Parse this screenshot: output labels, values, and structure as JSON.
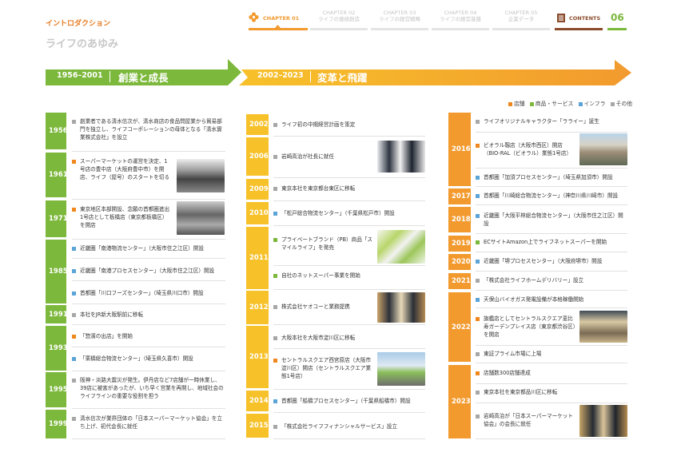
{
  "header": {
    "section": "イントロダクション",
    "title": "ライフのあゆみ",
    "nav": [
      {
        "label": "CHAPTER 01",
        "sub": "",
        "active": true
      },
      {
        "label": "CHAPTER 02",
        "sub": "ライフの価値創造"
      },
      {
        "label": "CHAPTER 03",
        "sub": "ライフの経営戦略"
      },
      {
        "label": "CHAPTER 04",
        "sub": "ライフの経営基盤"
      },
      {
        "label": "CHAPTER 05",
        "sub": "企業データ"
      },
      {
        "label": "CONTENTS",
        "sub": ""
      },
      {
        "label": "06",
        "sub": ""
      }
    ]
  },
  "banner": {
    "era1_years": "1956–2001",
    "era1_title": "創業と成長",
    "era2_years": "2002–2023",
    "era2_title": "変革と飛躍"
  },
  "legend": {
    "store": "店舗",
    "goods": "商品・サービス",
    "infra": "インフラ",
    "other": "その他"
  },
  "colors": {
    "store": "#f0871e",
    "goods": "#7cb83b",
    "infra": "#5aa4d8",
    "other": "#a7a7a7",
    "green_year": "#7cb83b",
    "yellow_year": "#f7c12a",
    "orange_year": "#f29a2e"
  },
  "col1": {
    "y1956": "1956",
    "e1956": "創業者である清水信次が、清水商店の食品問屋業から貿易部門を独立し、ライフコーポレーションの母体となる「清水實業株式会社」を設立",
    "y1961": "1961",
    "e1961": "スーパーマーケットの運営を決定、1号店の豊中店（大阪府豊中市）を開店、ライフ（屋号）のスタートを切る",
    "y1971": "1971",
    "e1971": "東京地区本部開設、念願の首都圏進出1号店として板橋店（東京都板橋区）を開店",
    "y1985": "1985",
    "e1985a": "近畿圏「南港物流センター」（大阪市住之江区）開設",
    "e1985b": "近畿圏「南港プロセスセンター」（大阪市住之江区）開設",
    "e1985c": "首都圏「川口フーズセンター」（埼玉県川口市）開設",
    "y1991": "1991",
    "e1991": "本社をJR新大阪駅前に移転",
    "y1993": "1993",
    "e1993a": "「惣濱の出店」を開始",
    "e1993b": "「栗橋総合物流センター」（埼玉県久喜市）開設",
    "y1995": "1995",
    "e1995": "阪神・淡路大震災が発生。伊丹店など7店舗が一時休業し、39店に被害があったが、いち早く営業を再開し、地域社会のライフラインの重要な役割を担う",
    "y1999": "1999",
    "e1999": "清水信次が業界団体の「日本スーパーマーケット協会」を立ち上げ、初代会長に就任"
  },
  "col2": {
    "y2002": "2002",
    "e2002": "ライフ初の中期経営計画を策定",
    "y2006": "2006",
    "e2006": "岩崎高治が社長に就任",
    "y2009": "2009",
    "e2009": "東京本社を東京都台東区に移転",
    "y2010": "2010",
    "e2010": "「松戸総合物流センター」（千葉県松戸市）開設",
    "y2011": "2011",
    "e2011a": "プライベートブランド（PB）商品「スマイルライフ」を発売",
    "e2011b": "自社のネットスーパー事業を開始",
    "y2012": "2012",
    "e2012": "株式会社ヤオコーと業務提携",
    "y2013": "2013",
    "e2013a": "大阪本社を大阪市淀川区に移転",
    "e2013b": "セントラルスクエア西宮原店（大阪市淀川区）開店（セントラルスクエア業態1号店）",
    "y2014": "2014",
    "e2014": "首都圏「船橋プロセスセンター」（千葉県船橋市）開設",
    "y2015": "2015",
    "e2015": "「株式会社ライフフィナンシャルサービス」設立"
  },
  "col3": {
    "y2016": "2016",
    "e2016a": "ライフオリジナルキャラクター「ラライー」誕生",
    "e2016b": "ビオラル靱店（大阪市西区）開店（BIO-RAL（ビオラル）業態1号店）",
    "e2016c": "首都圏「加須プロセスセンター」（埼玉県加須市）開設",
    "y2017": "2017",
    "e2017": "首都圏「川崎総合物流センター」（神奈川県川崎市）開設",
    "y2018": "2018",
    "e2018": "近畿圏「大阪平林総合物流センター」（大阪市住之江区）開設",
    "y2019": "2019",
    "e2019": "ECサイトAmazon上でライフネットスーパーを開始",
    "y2020": "2020",
    "e2020": "近畿圏「堺プロセスセンター」（大阪府堺市）開設",
    "y2021": "2021",
    "e2021": "「株式会社ライフホームデリバリー」設立",
    "y2022": "2022",
    "e2022a": "天保山バイオガス発電設備が本格稼働開始",
    "e2022b": "旗艦店としてセントラルスクエア恵比寿ガーデンプレイス店（東京都渋谷区）を開店",
    "e2022c": "東証プライム市場に上場",
    "y2023": "2023",
    "e2023a": "店舗数300店舗達成",
    "e2023b": "東京本社を東京都品川区に移転",
    "e2023c": "岩崎高治が「日本スーパーマーケット協会」の会長に就任"
  }
}
